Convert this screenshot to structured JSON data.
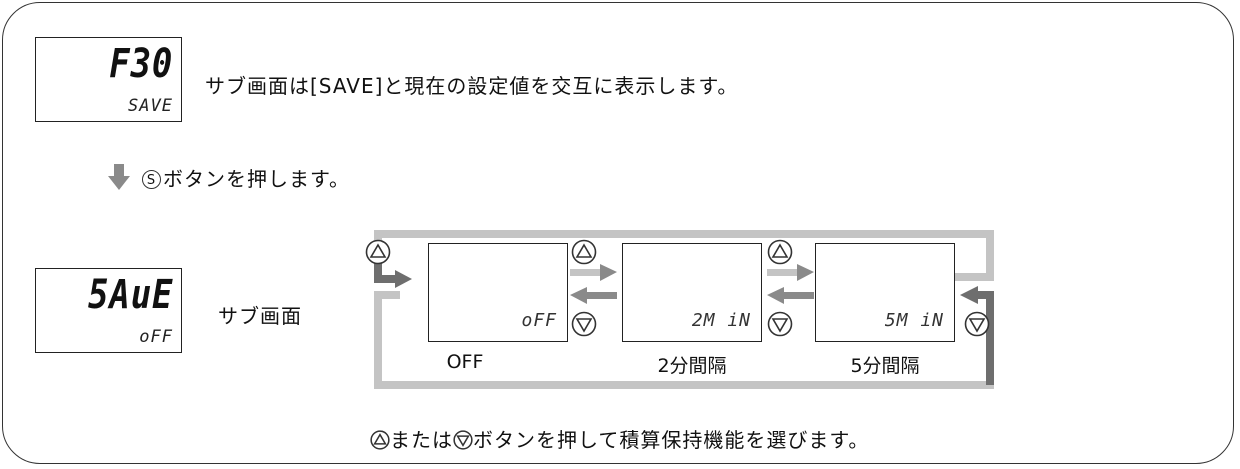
{
  "display_top": {
    "main": "F30",
    "sub": "SAVE"
  },
  "description": "サブ画面は[SAVE]と現在の設定値を交互に表示します。",
  "step": {
    "key": "S",
    "text": "ボタンを押します。"
  },
  "display_bottom": {
    "main": "5AuE",
    "sub": "oFF"
  },
  "sub_label": "サブ画面",
  "screens": [
    {
      "value": "oFF",
      "caption": "OFF"
    },
    {
      "value": "2M iN",
      "caption": "2分間隔"
    },
    {
      "value": "5M iN",
      "caption": "5分間隔"
    }
  ],
  "footer": {
    "text_before": "または",
    "text_after": "ボタンを押して積算保持機能を選びます。"
  },
  "colors": {
    "arrow_light": "#bdbdbd",
    "arrow_dark": "#6e6e6e",
    "step_arrow": "#8a8a8a"
  }
}
